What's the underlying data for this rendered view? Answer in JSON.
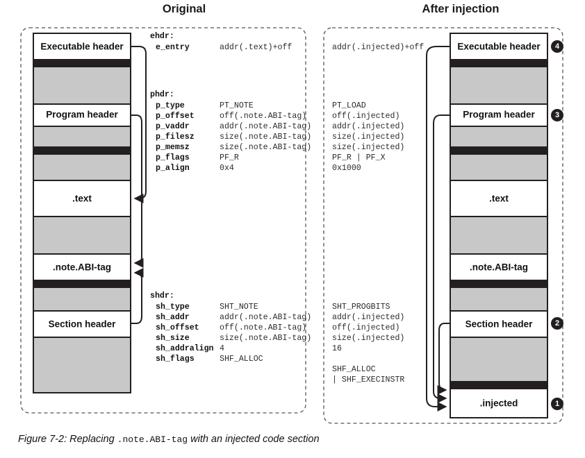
{
  "figure": {
    "caption_pre": "Figure 7-2: Replacing ",
    "caption_mono": ".note.ABI-tag",
    "caption_post": " with an injected code section"
  },
  "colors": {
    "band_gray": "#c8c8c8",
    "band_black": "#231f20",
    "stroke": "#231f20",
    "white": "#ffffff",
    "text": "#111111",
    "value_text": "#2b2b2b",
    "dashed_border": "#555555"
  },
  "columns": {
    "original": {
      "title": "Original"
    },
    "after": {
      "title": "After injection"
    }
  },
  "original_layout": {
    "sections": [
      {
        "name": "executable-header",
        "label": "Executable header",
        "kind": "labeled"
      },
      {
        "name": "gap-1",
        "label": "",
        "kind": "black"
      },
      {
        "name": "gap-2",
        "label": "",
        "kind": "gray"
      },
      {
        "name": "program-header",
        "label": "Program header",
        "kind": "labeled"
      },
      {
        "name": "gap-3",
        "label": "",
        "kind": "gray"
      },
      {
        "name": "gap-4",
        "label": "",
        "kind": "black"
      },
      {
        "name": "gap-5",
        "label": "",
        "kind": "gray"
      },
      {
        "name": "text",
        "label": ".text",
        "kind": "labeled"
      },
      {
        "name": "gap-6",
        "label": "",
        "kind": "gray"
      },
      {
        "name": "note-abi-tag",
        "label": ".note.ABI-tag",
        "kind": "labeled"
      },
      {
        "name": "gap-7",
        "label": "",
        "kind": "black"
      },
      {
        "name": "gap-8",
        "label": "",
        "kind": "gray"
      },
      {
        "name": "section-header",
        "label": "Section header",
        "kind": "labeled"
      },
      {
        "name": "gap-9",
        "label": "",
        "kind": "gray"
      }
    ]
  },
  "after_layout": {
    "sections": [
      {
        "name": "executable-header",
        "label": "Executable header",
        "kind": "labeled",
        "badge": "4"
      },
      {
        "name": "gap-1",
        "label": "",
        "kind": "black"
      },
      {
        "name": "gap-2",
        "label": "",
        "kind": "gray"
      },
      {
        "name": "program-header",
        "label": "Program header",
        "kind": "labeled",
        "badge": "3"
      },
      {
        "name": "gap-3",
        "label": "",
        "kind": "gray"
      },
      {
        "name": "gap-4",
        "label": "",
        "kind": "black"
      },
      {
        "name": "gap-5",
        "label": "",
        "kind": "gray"
      },
      {
        "name": "text",
        "label": ".text",
        "kind": "labeled"
      },
      {
        "name": "gap-6",
        "label": "",
        "kind": "gray"
      },
      {
        "name": "note-abi-tag",
        "label": ".note.ABI-tag",
        "kind": "labeled"
      },
      {
        "name": "gap-7",
        "label": "",
        "kind": "black"
      },
      {
        "name": "gap-8",
        "label": "",
        "kind": "gray"
      },
      {
        "name": "section-header",
        "label": "Section header",
        "kind": "labeled",
        "badge": "2"
      },
      {
        "name": "gap-9",
        "label": "",
        "kind": "gray"
      },
      {
        "name": "gap-10",
        "label": "",
        "kind": "black"
      },
      {
        "name": "injected",
        "label": ".injected",
        "kind": "labeled",
        "badge": "1"
      }
    ]
  },
  "field_groups": [
    {
      "name": "ehdr",
      "group_label": "ehdr:",
      "fields": [
        {
          "name": "e_entry",
          "label": "e_entry",
          "original": "addr(.text)+off",
          "after": "addr(.injected)+off"
        }
      ]
    },
    {
      "name": "phdr",
      "group_label": "phdr:",
      "fields": [
        {
          "name": "p_type",
          "label": "p_type",
          "original": "PT_NOTE",
          "after": "PT_LOAD"
        },
        {
          "name": "p_offset",
          "label": "p_offset",
          "original": "off(.note.ABI-tag)",
          "after": "off(.injected)"
        },
        {
          "name": "p_vaddr",
          "label": "p_vaddr",
          "original": "addr(.note.ABI-tag)",
          "after": "addr(.injected)"
        },
        {
          "name": "p_filesz",
          "label": "p_filesz",
          "original": "size(.note.ABI-tag)",
          "after": "size(.injected)"
        },
        {
          "name": "p_memsz",
          "label": "p_memsz",
          "original": "size(.note.ABI-tag)",
          "after": "size(.injected)"
        },
        {
          "name": "p_flags",
          "label": "p_flags",
          "original": "PF_R",
          "after": "PF_R | PF_X"
        },
        {
          "name": "p_align",
          "label": "p_align",
          "original": "0x4",
          "after": "0x1000"
        }
      ]
    },
    {
      "name": "shdr",
      "group_label": "shdr:",
      "fields": [
        {
          "name": "sh_type",
          "label": "sh_type",
          "original": "SHT_NOTE",
          "after": "SHT_PROGBITS"
        },
        {
          "name": "sh_addr",
          "label": "sh_addr",
          "original": "addr(.note.ABI-tag)",
          "after": "addr(.injected)"
        },
        {
          "name": "sh_offset",
          "label": "sh_offset",
          "original": "off(.note.ABI-tag)",
          "after": "off(.injected)"
        },
        {
          "name": "sh_size",
          "label": "sh_size",
          "original": "size(.note.ABI-tag)",
          "after": "size(.injected)"
        },
        {
          "name": "sh_addralign",
          "label": "sh_addralign",
          "original": "4",
          "after": "16"
        },
        {
          "name": "sh_flags",
          "label": "sh_flags",
          "original": "SHF_ALLOC",
          "after": "SHF_ALLOC"
        },
        {
          "name": "sh_flags_cont",
          "label": "",
          "original": "",
          "after": "  | SHF_EXECINSTR"
        }
      ]
    }
  ]
}
